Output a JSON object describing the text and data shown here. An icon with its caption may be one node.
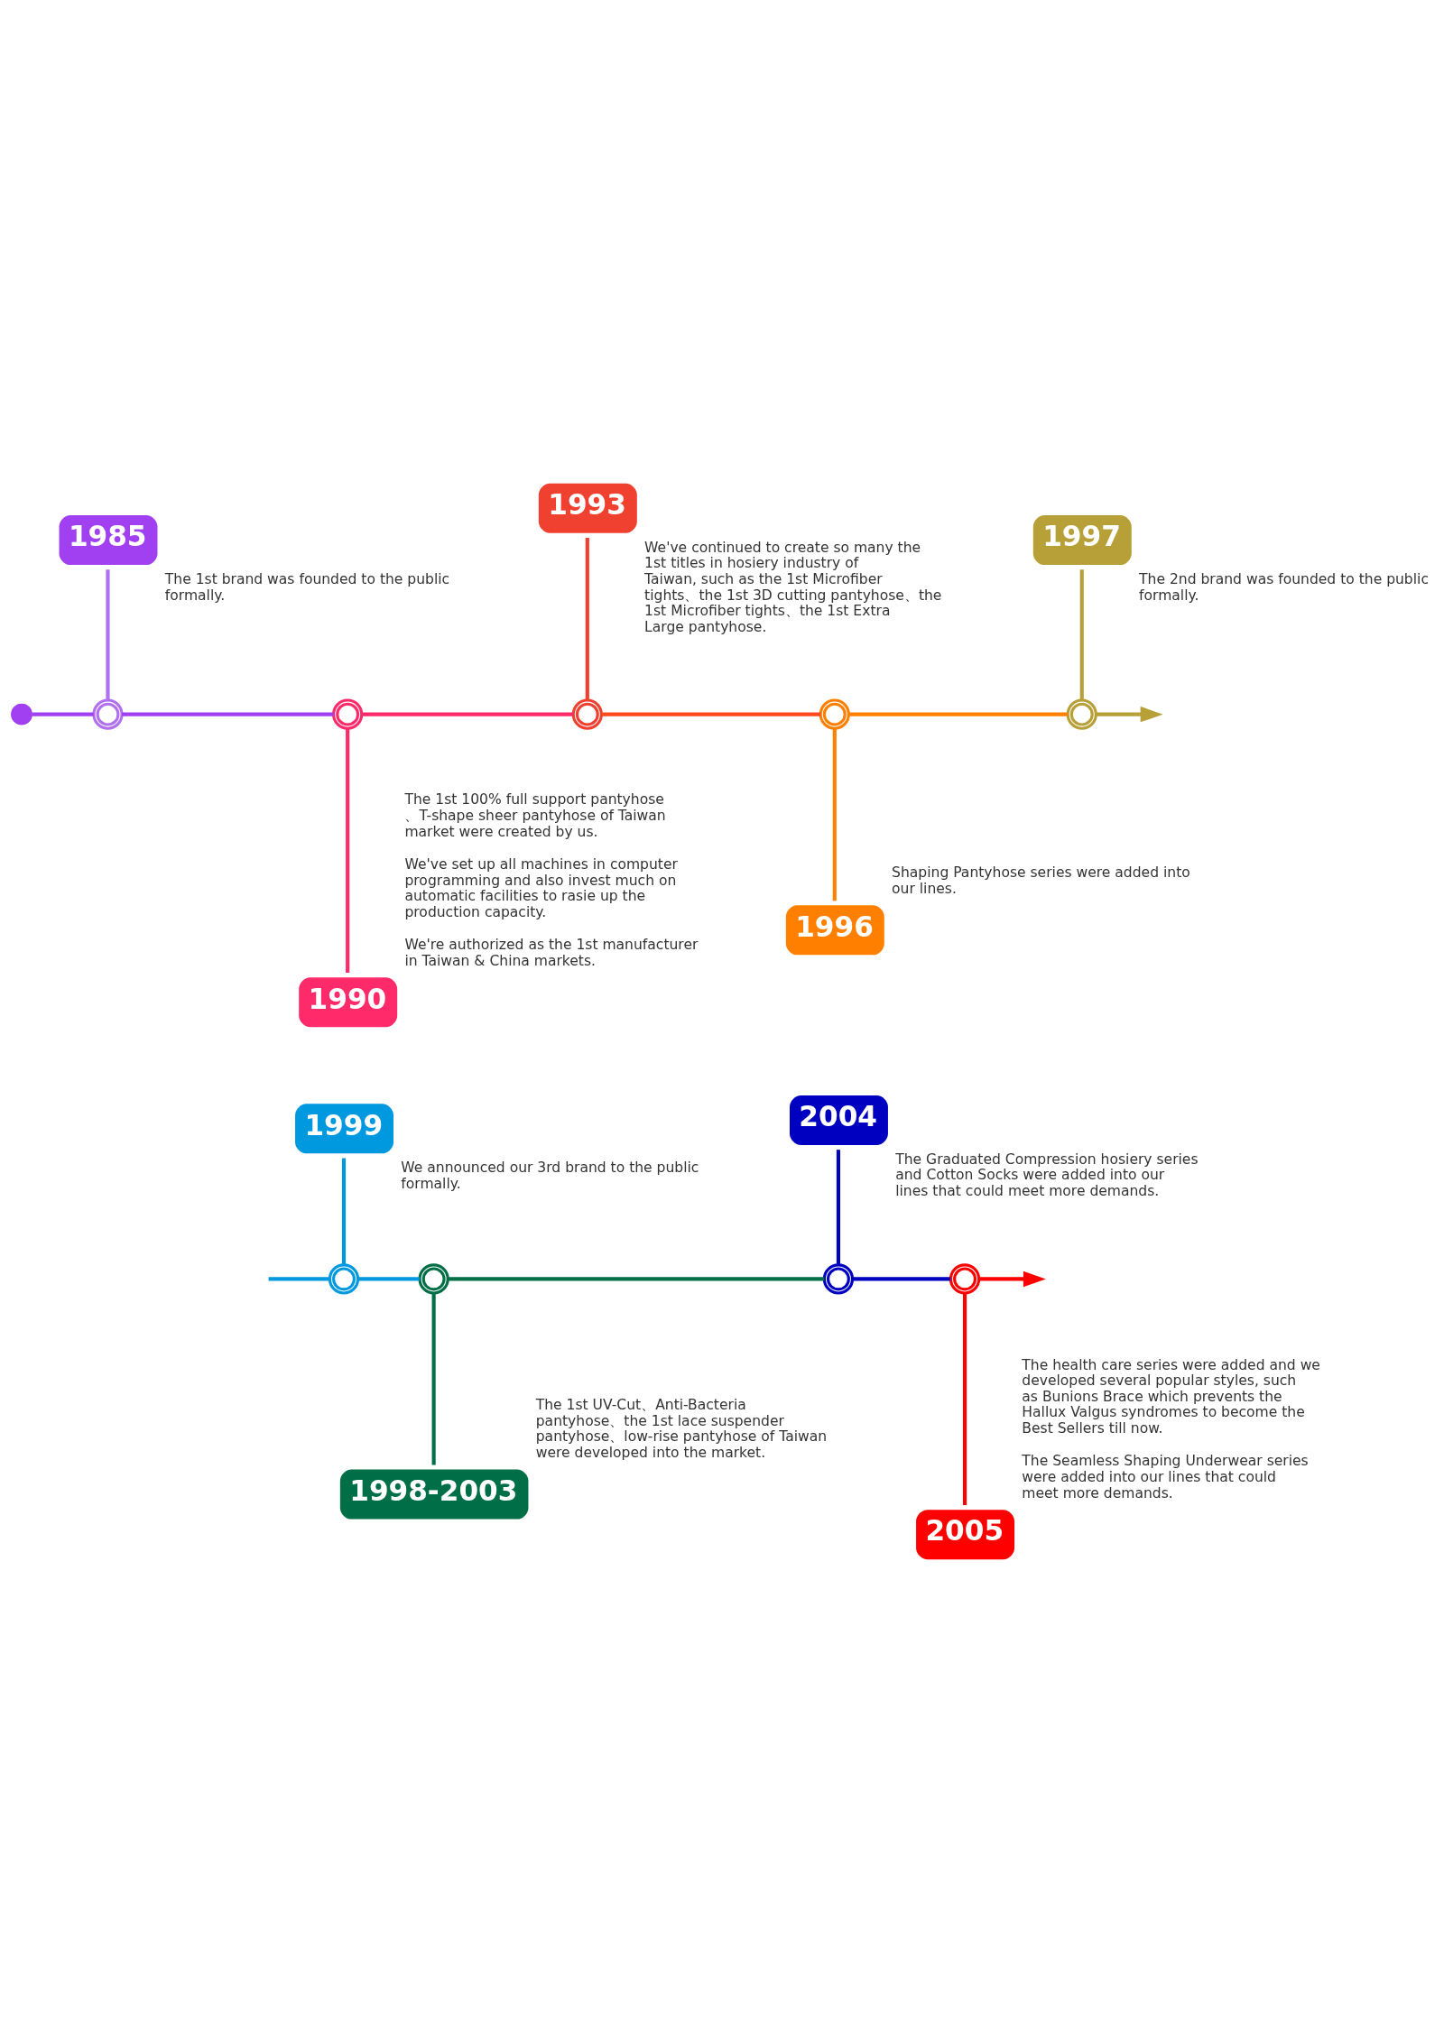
{
  "diagram": {
    "nodes": [
      {
        "text": [
          "1985"
        ],
        "beside": [
          "The 1st brand was founded to the public formally."
        ]
      },
      {
        "text": [
          "1993"
        ],
        "beside": [
          "We've continued to create so many the 1st titles in hosiery industry of Taiwan, such as the 1st Microfiber tights、the 1st 3D cutting pantyhose、the 1st Microfiber tights、the 1st Extra Large pantyhose."
        ]
      },
      {
        "text": [
          "1997"
        ],
        "beside": [
          "The 2nd brand was founded to the public formally."
        ]
      },
      {
        "text": [],
        "shape": "circle"
      },
      {
        "text": [],
        "shape": "circle"
      },
      {
        "text": [],
        "shape": "circle"
      },
      {
        "text": [],
        "shape": "circle"
      },
      {
        "text": [],
        "shape": "circle"
      },
      {
        "text": [],
        "shape": "circle"
      },
      {
        "text": [
          "1990"
        ],
        "beside": [
          "The 1st 100% full support pantyhose 、T-shape sheer pantyhose of Taiwan market were created by us.",
          "We've set up all machines in computer programming and also invest much on automatic facilities to rasie up the production capacity.",
          "We're authorized as the 1st manufacturer in Taiwan & China markets."
        ]
      },
      {
        "text": [
          "1996"
        ],
        "beside": [
          "Shaping Pantyhose series were added into our lines."
        ]
      },
      {
        "text": [
          "1999"
        ],
        "beside": [
          "We announced our 3rd brand to the public formally."
        ]
      },
      {
        "text": [
          "2004"
        ],
        "beside": [
          "The Graduated Compression hosiery series and Cotton Socks were added into our lines that could meet more demands."
        ]
      },
      {
        "text": [],
        "shape": "circle"
      },
      {
        "text": [],
        "shape": "circle"
      },
      {
        "text": [],
        "shape": "circle"
      },
      {
        "text": [],
        "shape": "circle"
      },
      {
        "text": [
          "1998-2003"
        ],
        "beside": [
          "The 1st UV-Cut、Anti-Bacteria pantyhose、the 1st lace suspender pantyhose、low-rise pantyhose of Taiwan were developed into the market."
        ]
      },
      {
        "text": [
          "2005"
        ],
        "beside": [
          "The health care series were added and we developed several popular styles, such as Bunions Brace which prevents the Hallux Valgus syndromes to become the Best Sellers till now.",
          "The Seamless Shaping Underwear series were added into our lines that could meet more demands."
        ]
      }
    ],
    "edges": [
      {
        "from": 0,
        "to": 4,
        "arrow": "none",
        "color": "#b070f0"
      },
      {
        "from": 1,
        "to": 6,
        "arrow": "none",
        "color": "#f04030"
      },
      {
        "from": 2,
        "to": 8,
        "arrow": "none",
        "color": "#b8a038"
      },
      {
        "from": 9,
        "to": 5,
        "arrow": "none",
        "color": "#ff2a6a"
      },
      {
        "from": 10,
        "to": 7,
        "arrow": "none",
        "color": "#ff8000"
      },
      {
        "from": 3,
        "to": 4,
        "arrow": "none",
        "color": "#a040f0"
      },
      {
        "from": 4,
        "to": 5,
        "arrow": "none",
        "color": "#a040f0"
      },
      {
        "from": 5,
        "to": 6,
        "arrow": "none",
        "color": "#ff2a6a"
      },
      {
        "from": 6,
        "to": 7,
        "arrow": "none",
        "color": "#ff4a20"
      },
      {
        "from": 7,
        "to": 8,
        "arrow": "none",
        "color": "#ff8000"
      },
      {
        "from": 8,
        "to": null,
        "arrow": "to",
        "color": "#b8a038"
      },
      {
        "from": 11,
        "to": 13,
        "arrow": "none",
        "color": "#0099e0"
      },
      {
        "from": 12,
        "to": 15,
        "arrow": "none",
        "color": "#0000c0"
      },
      {
        "from": 17,
        "to": 14,
        "arrow": "none",
        "color": "#006e46"
      },
      {
        "from": 18,
        "to": 16,
        "arrow": "none",
        "color": "#ff0000"
      },
      {
        "from": null,
        "to": 13,
        "arrow": "none",
        "color": "#0099e0"
      },
      {
        "from": 13,
        "to": 14,
        "arrow": "none",
        "color": "#0099e0"
      },
      {
        "from": 14,
        "to": 15,
        "arrow": "none",
        "color": "#006e46"
      },
      {
        "from": 15,
        "to": 16,
        "arrow": "none",
        "color": "#0000c0"
      },
      {
        "from": 16,
        "to": null,
        "arrow": "to",
        "color": "#ff0000"
      }
    ]
  }
}
